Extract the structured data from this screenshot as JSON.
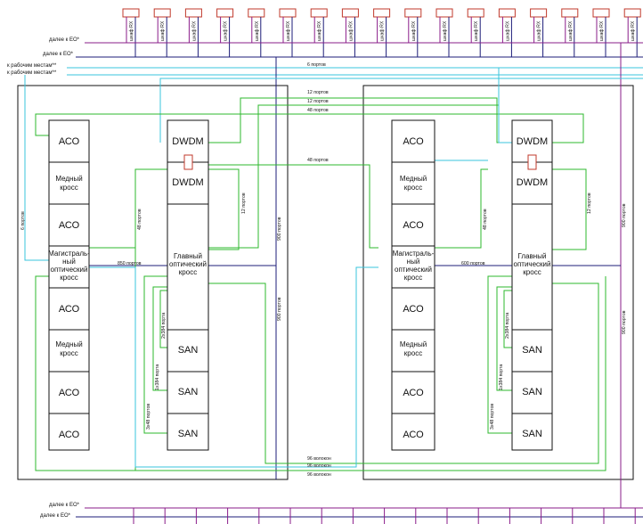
{
  "top": {
    "rack_label": "шкаф RX",
    "rack_count": 17,
    "to_eo_1": "далее к ЕО*",
    "to_eo_2": "далее к ЕО*",
    "to_workplace_1": "к рабочим местам**",
    "to_workplace_2": "к рабочим местам**"
  },
  "bottom": {
    "to_eo_1": "далее к ЕО*",
    "to_eo_2": "далее к ЕО*"
  },
  "blocks": {
    "aco": "АСО",
    "copper": "Медный кросс",
    "trunk": "Магистраль-ный оптический кросс",
    "dwdm": "DWDM",
    "main_optical": "Главный оптический кросс",
    "san": "SAN"
  },
  "labels": {
    "p6_top": "6 портов",
    "p12_a": "12 портов",
    "p12_b": "12 портов",
    "p48_top": "48 портов",
    "p48_mid": "48 портов",
    "p6_left": "6 портов",
    "p48_left": "48 портов",
    "p12_left": "12 портов",
    "p900_center_a": "900 портов",
    "p900_center_b": "900 портов",
    "p850": "850 портов",
    "p2x384": "2х384 порта",
    "p1x384": "1х384 порта",
    "p3x48": "3х48 портов",
    "p48_right": "48 портов",
    "p12_right": "12 портов",
    "p900_right_a": "900 портов",
    "p900_right_b": "900 портов",
    "p600": "600 портов",
    "p2x48_right": "2х384 порта",
    "p1x384_right": "1х384 порта",
    "p3x48_right": "3х48 портов",
    "f96_a": "96 волокон",
    "f96_b": "96 волокон",
    "f96_c": "96 волокон"
  },
  "colors": {
    "green": "#2db82d",
    "cyan": "#39c6dc",
    "purple": "#8a1d8a",
    "navy": "#1c1c78",
    "red": "#c0392b"
  }
}
